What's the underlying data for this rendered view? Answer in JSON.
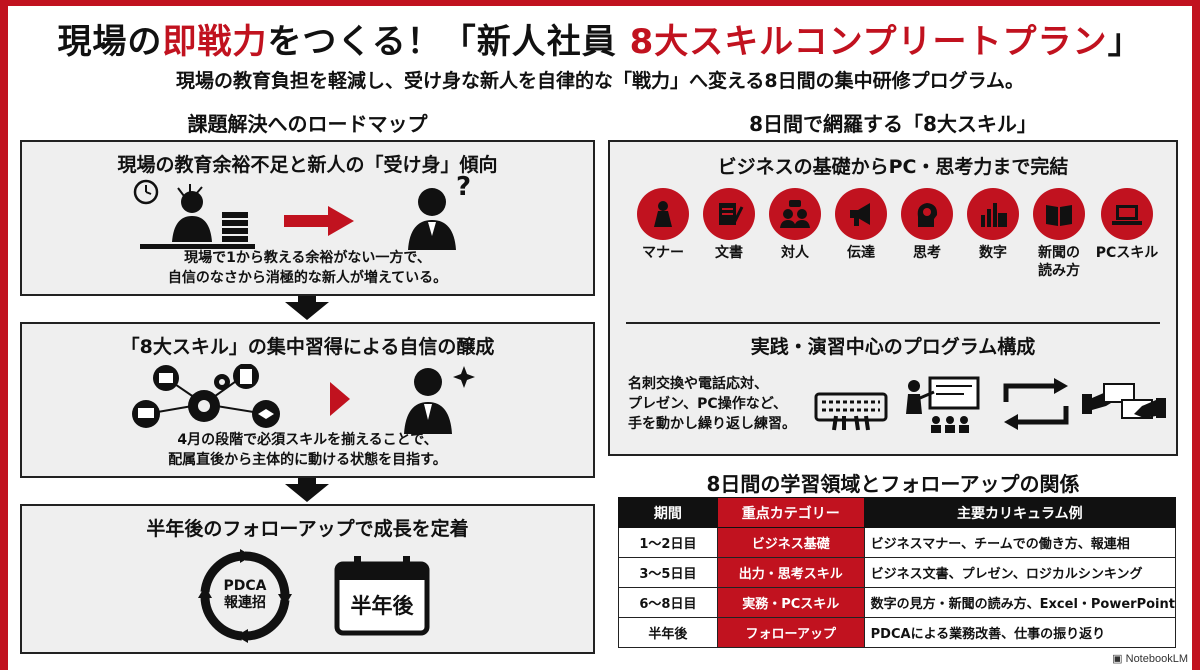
{
  "colors": {
    "accent": "#c1121f",
    "dark": "#111111",
    "panel": "#efefef"
  },
  "header": {
    "title_pre": "現場の",
    "title_red1": "即戦力",
    "title_mid": "をつくる！「新人社員 ",
    "title_red2": "8大スキルコンプリートプラン",
    "title_post": "」",
    "subtitle": "現場の教育負担を軽減し、受け身な新人を自律的な「戦力」へ変える8日間の集中研修プログラム。"
  },
  "roadmap": {
    "heading": "課題解決へのロードマップ",
    "step1": {
      "title": "現場の教育余裕不足と新人の「受け身」傾向",
      "text1": "現場で1から教える余裕がない一方で、",
      "text2": "自信のなさから消極的な新人が増えている。",
      "question_mark": "?"
    },
    "step2": {
      "title": "「8大スキル」の集中習得による自信の醸成",
      "text1": "4月の段階で必須スキルを揃えることで、",
      "text2": "配属直後から主体的に動ける状態を目指す。"
    },
    "step3": {
      "title": "半年後のフォローアップで成長を定着",
      "cycle_line1": "PDCA",
      "cycle_line2": "報連招",
      "calendar_label": "半年後"
    }
  },
  "skills": {
    "heading": "8日間で網羅する「8大スキル」",
    "panel_title": "ビジネスの基礎からPC・思考力まで完結",
    "items": [
      {
        "label": "マナー",
        "icon": "bow-person-icon"
      },
      {
        "label": "文書",
        "icon": "document-pen-icon"
      },
      {
        "label": "対人",
        "icon": "people-chat-icon"
      },
      {
        "label": "伝達",
        "icon": "megaphone-icon"
      },
      {
        "label": "思考",
        "icon": "head-lightbulb-icon"
      },
      {
        "label": "数字",
        "icon": "chart-calculator-icon"
      },
      {
        "label": "新聞の\n読み方",
        "icon": "newspaper-icon"
      },
      {
        "label": "PCスキル",
        "icon": "laptop-icon"
      }
    ],
    "practice_title": "実践・演習中心のプログラム構成",
    "practice_text1": "名刺交換や電話応対、",
    "practice_text2": "プレゼン、PC操作など、",
    "practice_text3": "手を動かし繰り返し練習。"
  },
  "relation": {
    "heading": "8日間の学習領域とフォローアップの関係",
    "columns": [
      "期間",
      "重点カテゴリー",
      "主要カリキュラム例"
    ],
    "rows": [
      {
        "period": "1〜2日目",
        "category": "ビジネス基礎",
        "curriculum": "ビジネスマナー、チームでの働き方、報連相"
      },
      {
        "period": "3〜5日目",
        "category": "出力・思考スキル",
        "curriculum": "ビジネス文書、プレゼン、ロジカルシンキング"
      },
      {
        "period": "6〜8日目",
        "category": "実務・PCスキル",
        "curriculum": "数字の見方・新聞の読み方、Excel・PowerPoint"
      },
      {
        "period": "半年後",
        "category": "フォローアップ",
        "curriculum": "PDCAによる業務改善、仕事の振り返り"
      }
    ]
  },
  "brand": "NotebookLM"
}
